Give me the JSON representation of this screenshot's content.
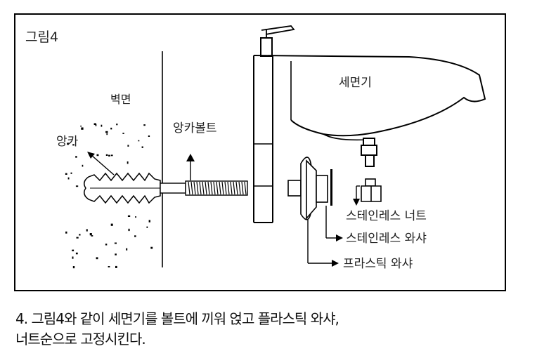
{
  "figure": {
    "title": "그림4",
    "labels": {
      "wall": "벽면",
      "anchor": "앙카",
      "anchor_bolt": "앙카볼트",
      "washbasin": "세면기",
      "stainless_nut": "스테인레스 너트",
      "stainless_washer": "스테인레스 와샤",
      "plastic_washer": "프라스틱 와샤"
    }
  },
  "caption": {
    "line1": "4. 그림4와 같이 세면기를 볼트에 끼워 얹고 플라스틱 와샤,",
    "line2": "너트순으로 고정시킨다."
  }
}
